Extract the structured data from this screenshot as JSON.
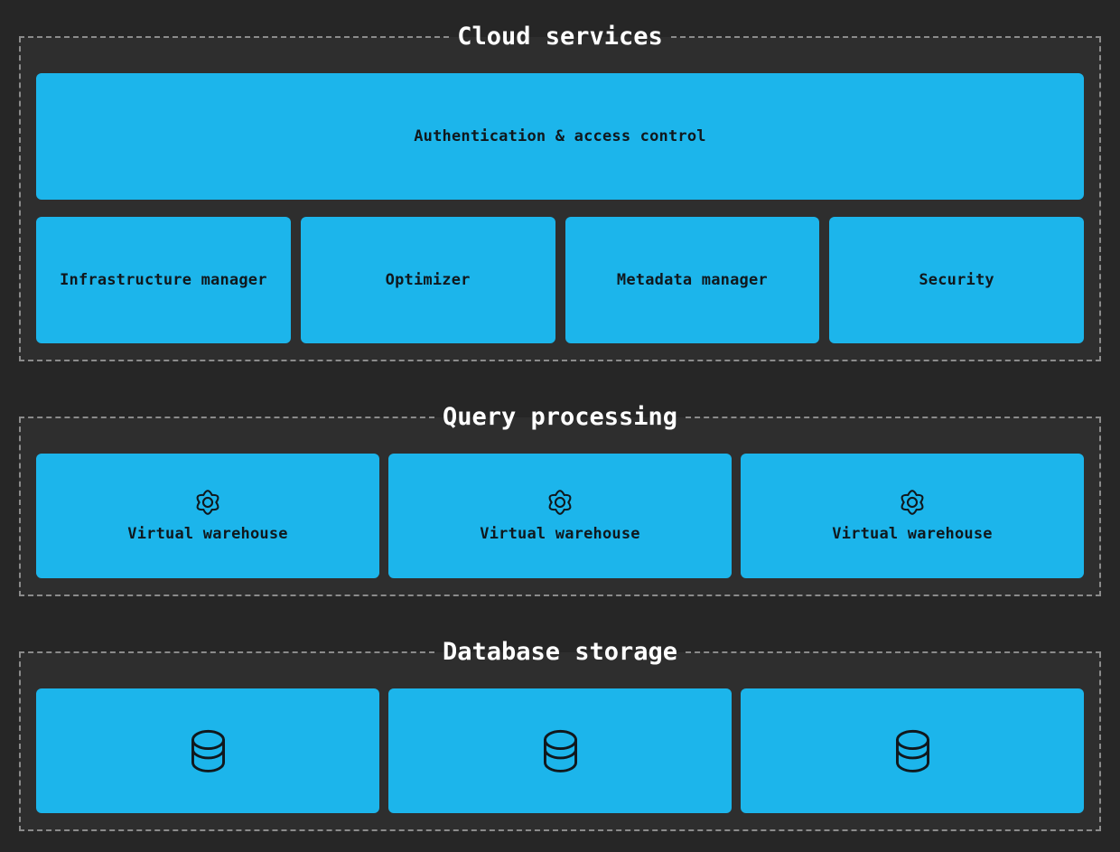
{
  "colors": {
    "page_bg": "#262626",
    "group_bg": "#2e2e2e",
    "group_border": "#8b8b8b",
    "node_fill": "#1cb5eb",
    "ink": "#10181d",
    "title_text": "#ffffff"
  },
  "sections": [
    {
      "title": "Cloud services",
      "wide_node": {
        "label": "Authentication & access control"
      },
      "nodes": [
        {
          "label": "Infrastructure manager"
        },
        {
          "label": "Optimizer"
        },
        {
          "label": "Metadata manager"
        },
        {
          "label": "Security"
        }
      ]
    },
    {
      "title": "Query processing",
      "nodes": [
        {
          "label": "Virtual warehouse",
          "icon": "gear-icon"
        },
        {
          "label": "Virtual warehouse",
          "icon": "gear-icon"
        },
        {
          "label": "Virtual warehouse",
          "icon": "gear-icon"
        }
      ]
    },
    {
      "title": "Database storage",
      "nodes": [
        {
          "icon": "database-icon"
        },
        {
          "icon": "database-icon"
        },
        {
          "icon": "database-icon"
        }
      ]
    }
  ]
}
